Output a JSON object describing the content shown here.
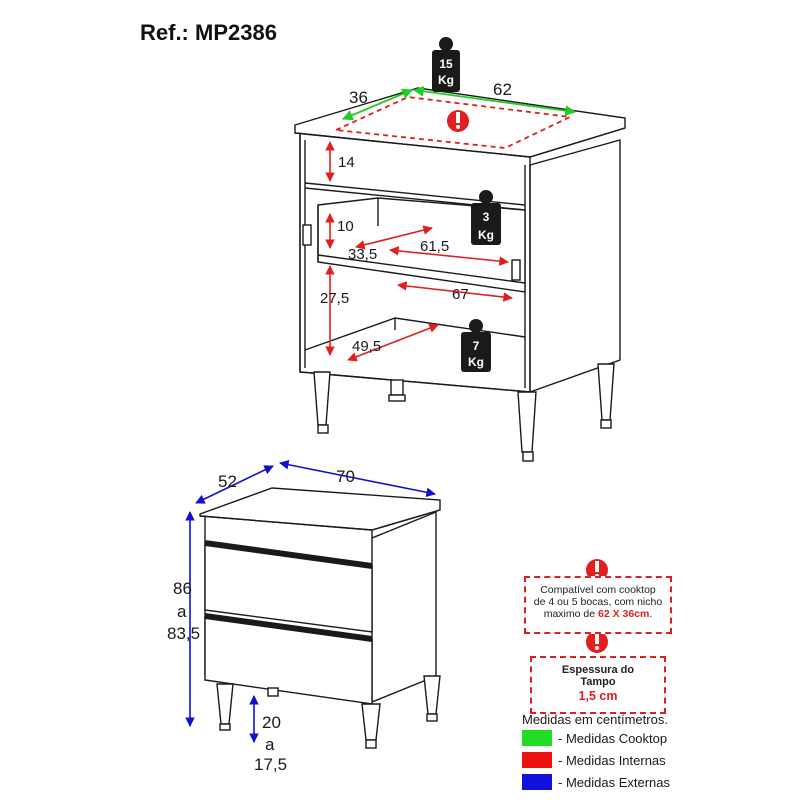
{
  "header": {
    "ref": "Ref.: MP2386"
  },
  "top_view": {
    "dims": {
      "depth": "36",
      "width": "62",
      "h_top": "14",
      "drawer_h": "10",
      "drawer_depth": "33,5",
      "drawer_width": "61,5",
      "h_mid": "27,5",
      "inner_width": "67",
      "bottom_depth": "49,5"
    },
    "weights": {
      "top": [
        "15",
        "Kg"
      ],
      "drawer": [
        "3",
        "Kg"
      ],
      "bottom": [
        "7",
        "Kg"
      ]
    }
  },
  "front_view": {
    "dims": {
      "depth": "52",
      "width": "70",
      "height_a": "86",
      "a1": "a",
      "height_b": "83,5",
      "leg_a": "20",
      "a2": "a",
      "leg_b": "17,5"
    }
  },
  "notes": {
    "cooktop": {
      "line1": "Compatível com cooktop",
      "line2": "de 4 ou 5 bocas, com nicho",
      "line3_pre": "maximo de ",
      "line3_red": "62 X 36cm",
      "line3_post": "."
    },
    "thickness": {
      "title1": "Espessura do",
      "title2": "Tampo",
      "value": "1,5 cm"
    }
  },
  "legend": {
    "title": "Medidas em centímetros.",
    "items": [
      {
        "color": "#22dd22",
        "label": "- Medidas Cooktop"
      },
      {
        "color": "#ee1111",
        "label": "- Medidas Internas"
      },
      {
        "color": "#1111dd",
        "label": "- Medidas Externas"
      }
    ]
  },
  "colors": {
    "cooktop": "#22dd22",
    "internal": "#ee1111",
    "external": "#1111dd",
    "warning": "#e02020"
  }
}
